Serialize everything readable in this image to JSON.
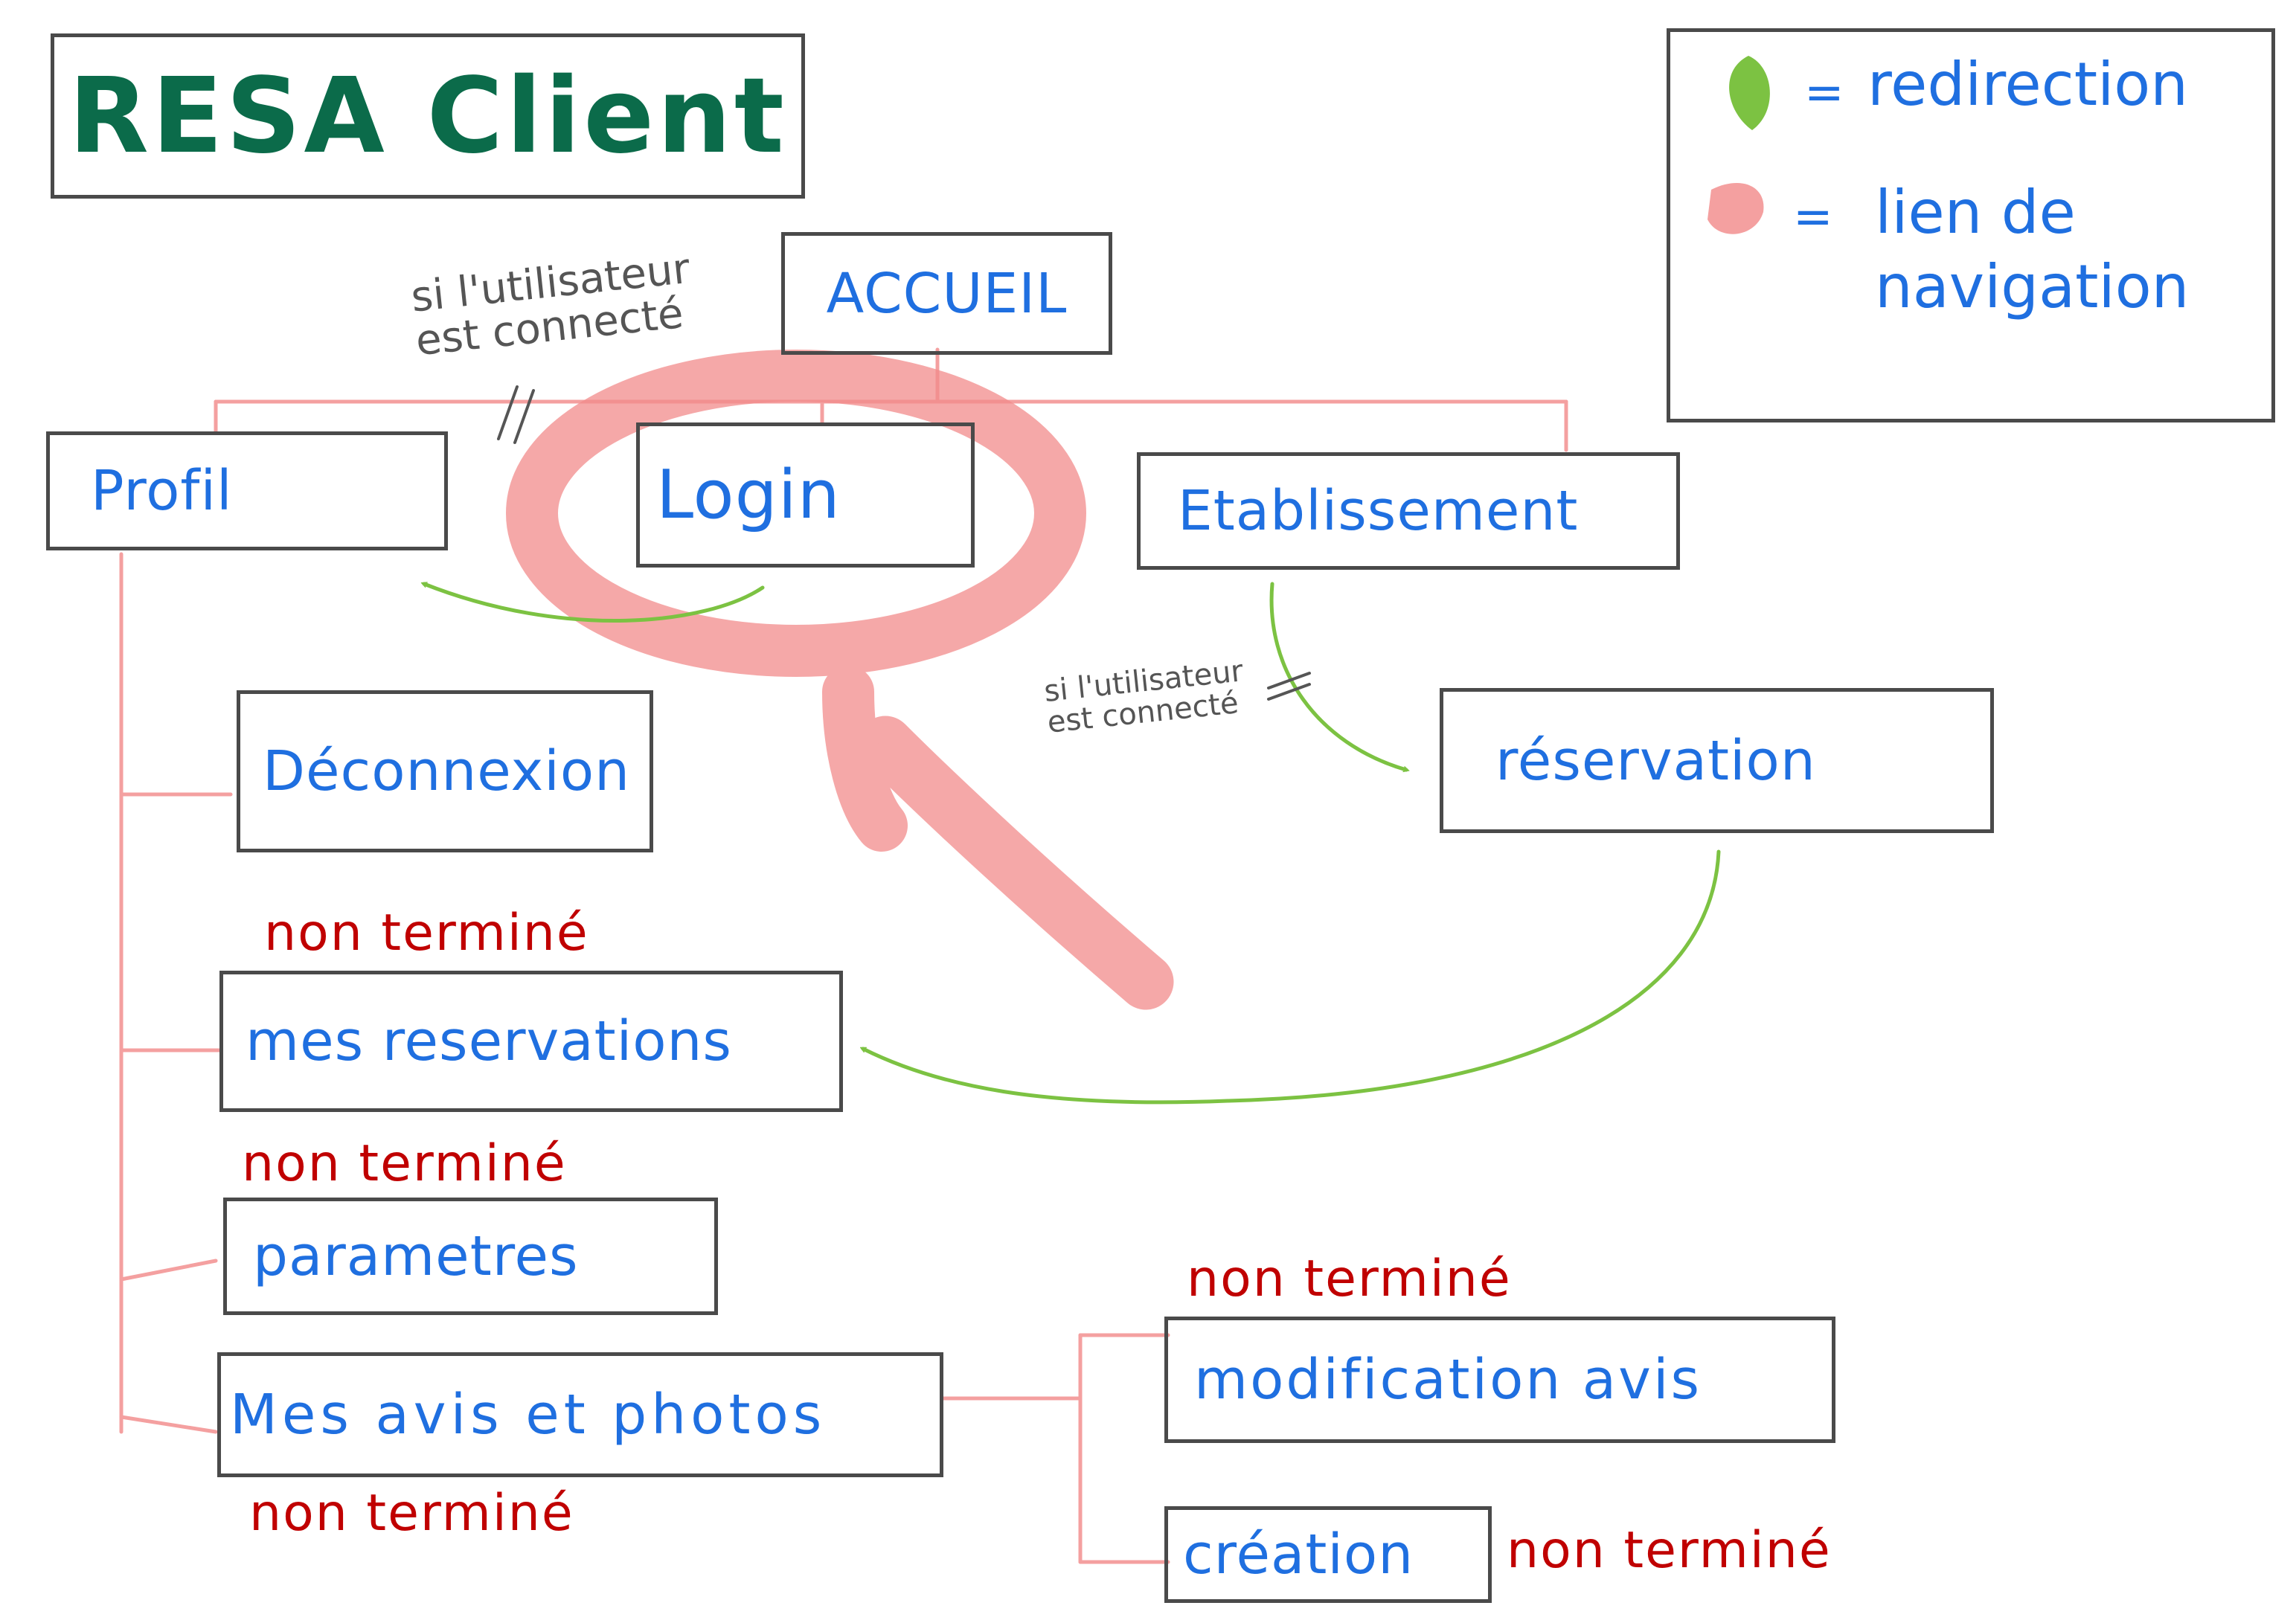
{
  "title": "RESA Client",
  "legend": {
    "redirection": "redirection",
    "navigation_line1": "lien de",
    "navigation_line2": "navigation",
    "equals": "=",
    "redirection_color": "#7cc242",
    "navigation_color": "#f4a0a0"
  },
  "nodes": {
    "accueil": "ACCUEIL",
    "profil": "Profil",
    "login": "Login",
    "etablissement": "Etablissement",
    "reservation": "réservation",
    "deconnexion": "Déconnexion",
    "mes_reservations": "mes reservations",
    "parametres": "parametres",
    "mes_avis": "Mes avis et photos",
    "modification_avis": "modification avis",
    "creation": "création"
  },
  "notes": {
    "login_condition_line1": "si l'utilisateur",
    "login_condition_line2": "est connecté",
    "reservation_condition_line1": "si l'utilisateur",
    "reservation_condition_line2": "est connecté"
  },
  "status": {
    "mes_reservations": "non terminé",
    "parametres": "non terminé",
    "mes_avis": "non terminé",
    "modification_avis": "non terminé",
    "creation": "non terminé"
  },
  "colors": {
    "box_border": "#4a4a4a",
    "label": "#1f6fe0",
    "title": "#0b6b4a",
    "status": "#c00000",
    "highlight": "#f28b8b"
  }
}
